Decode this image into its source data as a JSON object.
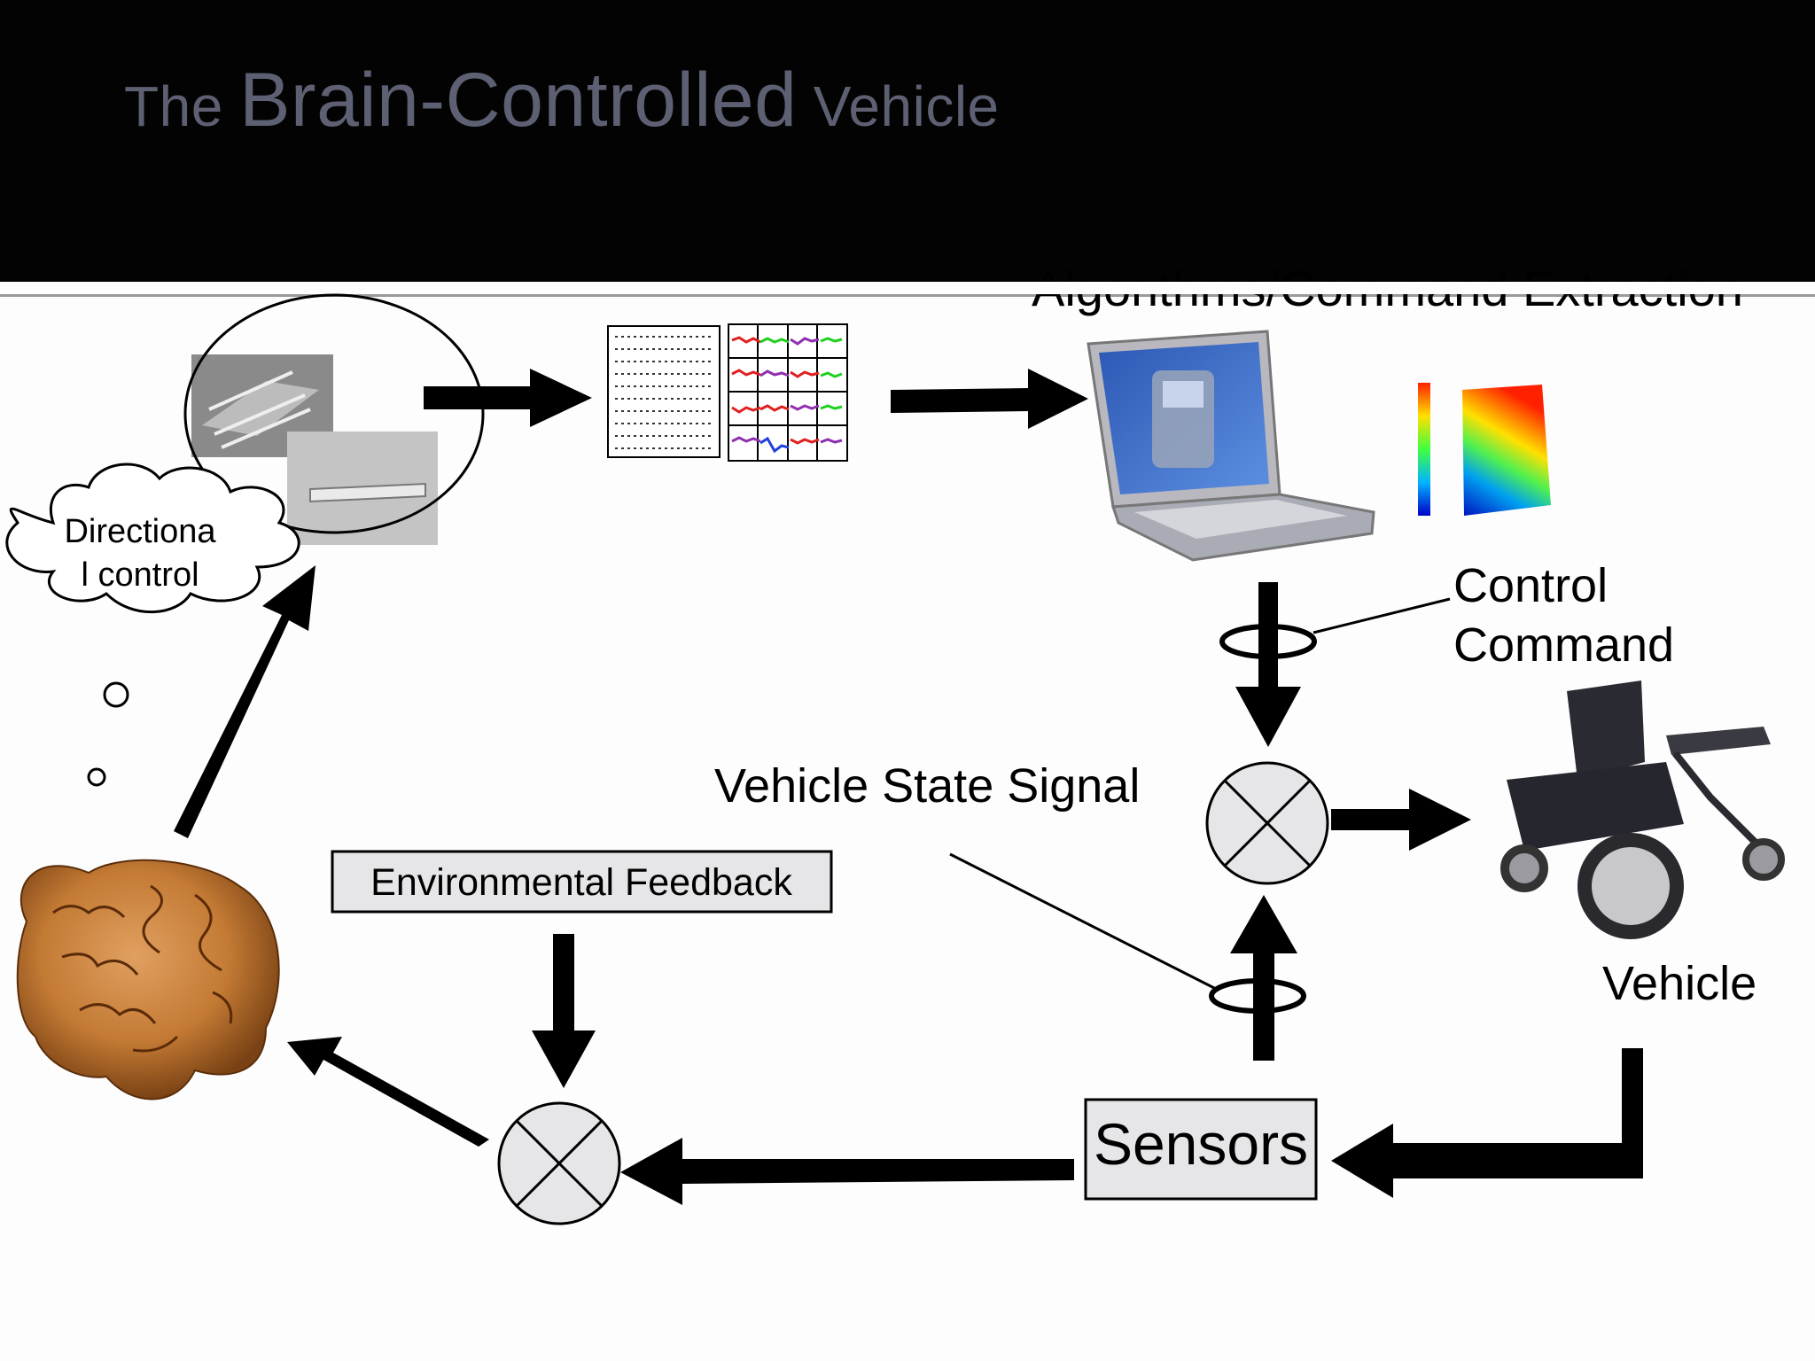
{
  "slide": {
    "title_prefix": "The",
    "title_main": "Brain-Controlled",
    "title_suffix": "Vehicle",
    "cropped_heading": "Algorithms/Command Extraction"
  },
  "diagram": {
    "thought_bubble": [
      "Directiona",
      "l control"
    ],
    "control_command": [
      "Control",
      "Command"
    ],
    "vehicle_state_signal": "Vehicle State Signal",
    "environmental_feedback": "Environmental Feedback",
    "vehicle": "Vehicle",
    "sensors": "Sensors"
  },
  "colors": {
    "header_bg": "#030303",
    "title_text": "#5d6072",
    "box_fill": "#e6e6e8"
  }
}
